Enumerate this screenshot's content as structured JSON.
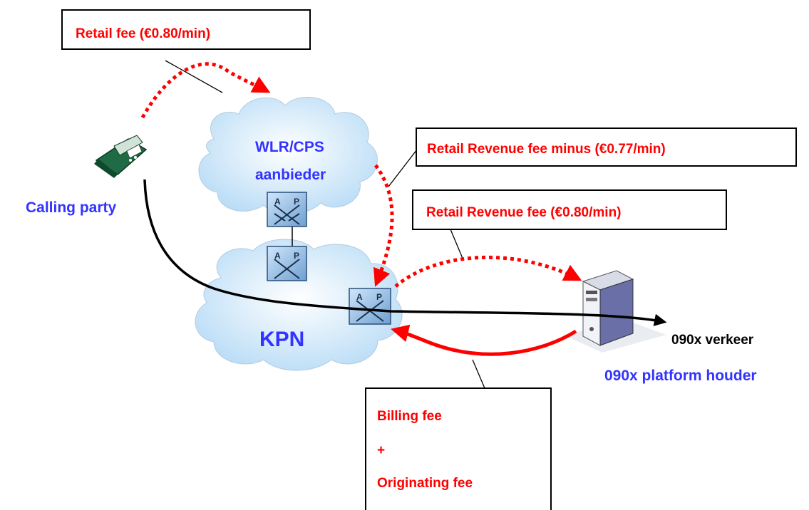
{
  "labels": {
    "retail_fee": "Retail fee (€0.80/min)",
    "retail_revenue_minus": "Retail Revenue fee minus (€0.77/min)",
    "retail_revenue": "Retail Revenue fee (€0.80/min)",
    "billing_fee": "Billing fee",
    "plus": "+",
    "originating_fee": "Originating fee"
  },
  "nodes": {
    "calling_party": "Calling party",
    "wlr_line1": "WLR/CPS",
    "wlr_line2": "aanbieder",
    "kpn": "KPN",
    "traffic": "090x verkeer",
    "platform": "090x platform houder"
  },
  "switch_glyph": {
    "left": "A",
    "right": "P"
  },
  "colors": {
    "fee_red": "#ff0000",
    "node_blue": "#3333ff",
    "cloud": "#d6ecfb",
    "switch": "#9ec8ee"
  }
}
